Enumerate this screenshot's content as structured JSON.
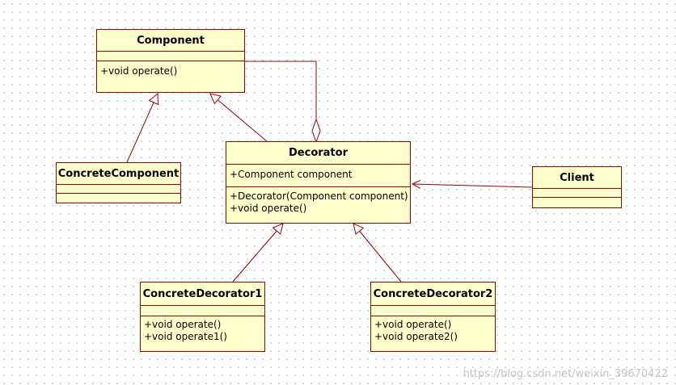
{
  "classes": {
    "component": {
      "name": "Component",
      "attributes": [],
      "operations": [
        "+void operate()"
      ]
    },
    "concrete_component": {
      "name": "ConcreteComponent",
      "attributes": [],
      "operations": []
    },
    "decorator": {
      "name": "Decorator",
      "attributes": [
        "+Component component"
      ],
      "operations": [
        "+Decorator(Component component)",
        "+void operate()"
      ]
    },
    "client": {
      "name": "Client",
      "attributes": [],
      "operations": []
    },
    "concrete_decorator1": {
      "name": "ConcreteDecorator1",
      "attributes": [],
      "operations": [
        "+void operate()",
        "+void operate1()"
      ]
    },
    "concrete_decorator2": {
      "name": "ConcreteDecorator2",
      "attributes": [],
      "operations": [
        "+void operate()",
        "+void operate2()"
      ]
    }
  },
  "watermark": "https://blog.csdn.net/weixin_39670422",
  "colors": {
    "border": "#990000",
    "fill": "#ffffcc"
  }
}
